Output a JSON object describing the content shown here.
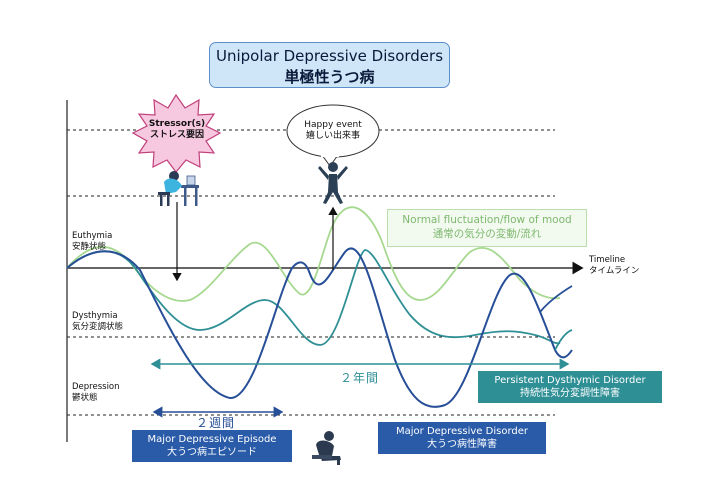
{
  "title": {
    "en": "Unipolar Depressive Disorders",
    "ja": "単極性うつ病"
  },
  "levels": {
    "euthymia": {
      "en": "Euthymia",
      "ja": "安静状態"
    },
    "dysthymia": {
      "en": "Dysthymia",
      "ja": "気分変調状態"
    },
    "depression": {
      "en": "Depression",
      "ja": "鬱状態"
    }
  },
  "timeline": {
    "en": "Timeline",
    "ja": "タイムライン"
  },
  "stressor": {
    "en": "Stressor(s)",
    "ja": "ストレス要因"
  },
  "happy_event": {
    "en": "Happy event",
    "ja": "嬉しい出来事"
  },
  "normal_fluctuation": {
    "en": "Normal fluctuation/flow of mood",
    "ja": "通常の気分の変動/流れ"
  },
  "two_years": "２年間",
  "two_weeks": "２週間",
  "pdd": {
    "en": "Persistent Dysthymic Disorder",
    "ja": "持続性気分変調性障害"
  },
  "mde": {
    "en": "Major Depressive Episode",
    "ja": "大うつ病エピソード"
  },
  "mdd": {
    "en": "Major Depressive Disorder",
    "ja": "大うつ病性障害"
  },
  "colors": {
    "title_bg": "#cfe5f8",
    "normal_curve": "#a6d98f",
    "dysthymic_curve": "#2e8f95",
    "major_curve": "#274f97",
    "pdd_box": "#2e8f95",
    "mde_box": "#2a5ba8",
    "mdd_box": "#2a5ba8",
    "stressor_burst": "#f7c9e0"
  },
  "icons": [
    "stressed-person-at-desk-icon",
    "happy-person-jumping-icon",
    "sad-person-sitting-icon"
  ]
}
